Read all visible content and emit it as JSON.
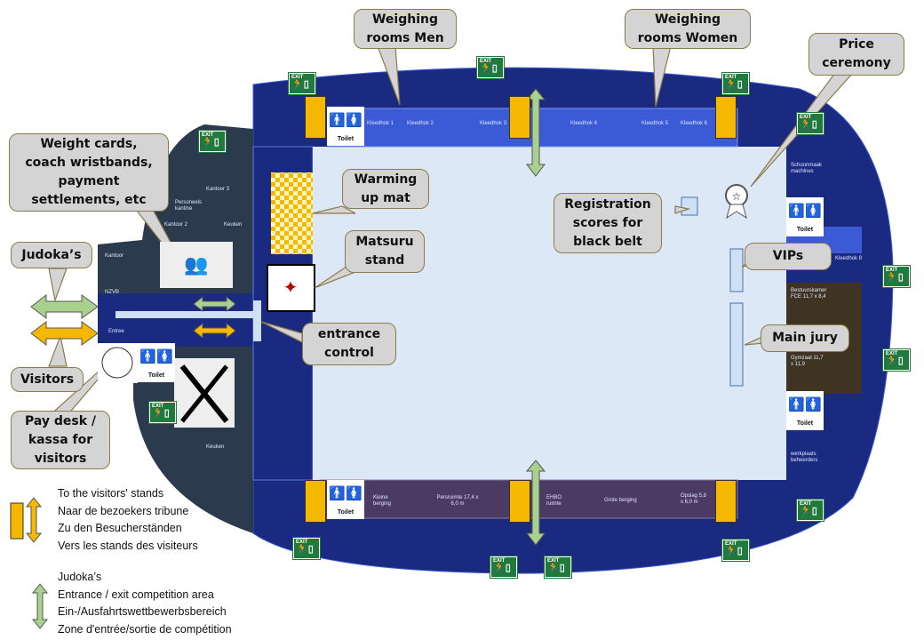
{
  "callouts": {
    "weighing_men": [
      "Weighing",
      "rooms Men"
    ],
    "weighing_women": [
      "Weighing",
      "rooms Women"
    ],
    "price_ceremony": [
      "Price",
      "ceremony"
    ],
    "weight_cards": [
      "Weight cards,",
      "coach wristbands,",
      "payment",
      "settlements, etc"
    ],
    "warming_up": [
      "Warming",
      "up mat"
    ],
    "matsuru": [
      "Matsuru",
      "stand"
    ],
    "registration": [
      "Registration",
      "scores for",
      "black belt"
    ],
    "vips": "VIPs",
    "main_jury": "Main jury",
    "judokas": "Judoka’s",
    "visitors": "Visitors",
    "entrance_control": [
      "entrance",
      "control"
    ],
    "pay_desk": [
      "Pay desk /",
      "kassa for",
      "visitors"
    ]
  },
  "rooms": {
    "kleedhok": [
      "Kleedhok 1",
      "Kleedhok 2",
      "Kleedhok 3",
      "Kleedhok 4",
      "Kleedhok 5",
      "Kleedhok 6",
      "Kleedhok 8"
    ],
    "kleine_berging": "Kleine berging",
    "persruimte": "Persruimte 17,4 x 6,0 m",
    "ehbo": "EHBO ruimte",
    "grote_berging": "Grote berging",
    "opslag": "Opslag 5,8 x 6,0 m",
    "schoonmaak": "Schoonmaak machines",
    "bestuurskamer": "Bestuurskamer FCE 11,7 x 8,4",
    "gymzaal": "Gymzaal 11,7 x 11,9",
    "werkplaats": "werkplaats beheerders",
    "kantoor": "Kantoor",
    "kantoor2": "Kantoor 2",
    "kantoor3": "Kantoor 3",
    "personeels": "Personeels kantine",
    "keuken": "Keuken",
    "nzvb": "NZVB",
    "entree": "Entree"
  },
  "toilet_label": "Toilet",
  "exit_label": "EXIT",
  "legend": {
    "stands": [
      "To the visitors' stands",
      "Naar de bezoekers tribune",
      "Zu den Besucherständen",
      "Vers les stands des visiteurs"
    ],
    "judokas": [
      "Judoka’s",
      "Entrance / exit competition area",
      "Ein-/Ausfahrtswettbewerbsbereich",
      "Zone d'entrée/sortie de compétition"
    ]
  },
  "colors": {
    "arena": "#1a2a80",
    "floor": "#dce8f6",
    "stair": "#f5b800",
    "judoka_arrow": "#a9d18e",
    "exit": "#1f7a3c",
    "wing": "#2c3a4e"
  }
}
